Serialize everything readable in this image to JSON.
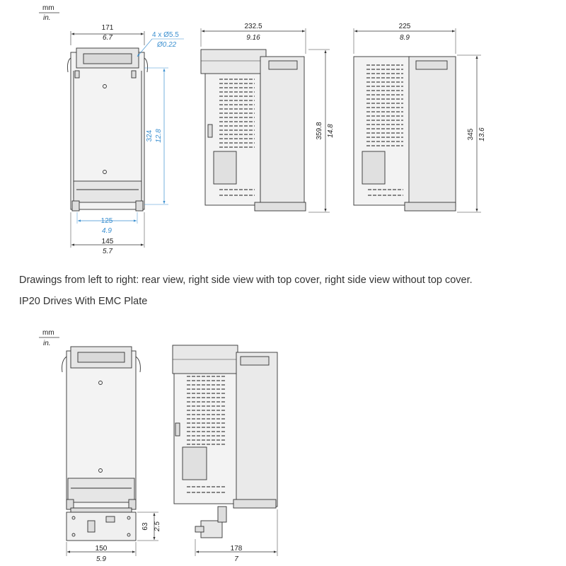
{
  "units": {
    "primary": "mm",
    "secondary": "in."
  },
  "caption": {
    "views": "Drawings from left to right: rear view, right side view with top cover, right side view without top cover.",
    "title": "IP20 Drives With EMC Plate"
  },
  "top": {
    "rear": {
      "width_mm": "171",
      "width_in": "6.7",
      "holes_qty": "4 x Ø5.5",
      "holes_in": "Ø0.22",
      "hole_pitch_v_mm": "324",
      "hole_pitch_v_in": "12.8",
      "hole_pitch_h_mm": "125",
      "hole_pitch_h_in": "4.9",
      "base_width_mm": "145",
      "base_width_in": "5.7"
    },
    "side_with_cover": {
      "depth_mm": "232.5",
      "depth_in": "9.16",
      "height_mm": "359.8",
      "height_in": "14.8"
    },
    "side_without_cover": {
      "depth_mm": "225",
      "depth_in": "8.9",
      "height_mm": "345",
      "height_in": "13.6"
    }
  },
  "bottom": {
    "rear": {
      "width_mm": "150",
      "width_in": "5.9",
      "plate_height_mm": "63",
      "plate_height_in": "2.5"
    },
    "side": {
      "depth_mm": "178",
      "depth_in": "7"
    }
  }
}
